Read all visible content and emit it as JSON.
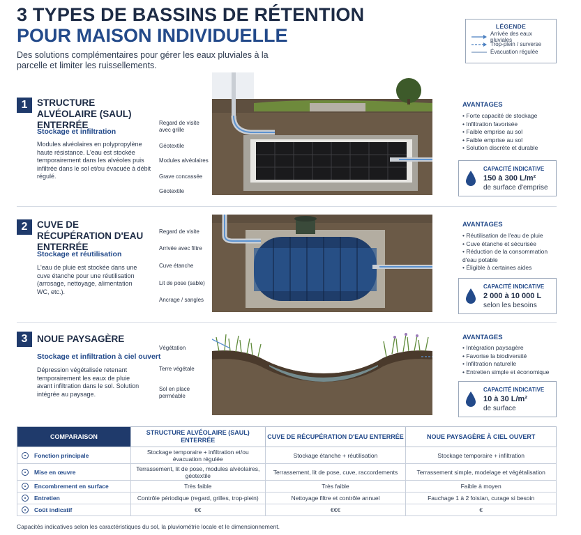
{
  "header": {
    "title_line1": "3 TYPES DE BASSINS DE RÉTENTION",
    "title_line2": "POUR MAISON INDIVIDUELLE",
    "intro": "Des solutions complémentaires pour gérer les eaux pluviales à la parcelle et limiter les ruissellements."
  },
  "legend": {
    "title": "LÉGENDE",
    "items": [
      "Arrivée des eaux pluviales",
      "Trop-plein / surverse",
      "Évacuation régulée"
    ],
    "colors": [
      "#4a7fc0",
      "#4a7fc0",
      "#8fa9c8"
    ]
  },
  "sections": [
    {
      "number": "1",
      "title": "STRUCTURE ALVÉOLAIRE (SAUL) ENTERRÉE",
      "subtitle": "Stockage et infiltration",
      "description": "Modules alvéolaires en polypropylène haute résistance. L'eau est stockée temporairement dans les alvéoles puis infiltrée dans le sol et/ou évacuée à débit régulé.",
      "labels": [
        "Regard de visite avec grille",
        "Géotextile",
        "Modules alvéolaires",
        "Grave concassée",
        "Géotextile"
      ],
      "advantages_title": "AVANTAGES",
      "advantages": [
        "Forte capacité de stockage",
        "Infiltration favorisée",
        "Faible emprise au sol",
        "Faible emprise au sol",
        "Solution discrète et durable"
      ],
      "capacity_title": "CAPACITÉ INDICATIVE",
      "capacity_value": "150 à 300 L/m²",
      "capacity_unit": "de surface d'emprise"
    },
    {
      "number": "2",
      "title": "CUVE DE RÉCUPÉRATION D'EAU ENTERRÉE",
      "subtitle": "Stockage et réutilisation",
      "description": "L'eau de pluie est stockée dans une cuve étanche pour une réutilisation (arrosage, nettoyage, alimentation WC, etc.).",
      "labels": [
        "Regard de visite",
        "Arrivée avec filtre",
        "Cuve étanche",
        "Lit de pose (sable)",
        "Ancrage / sangles"
      ],
      "advantages_title": "AVANTAGES",
      "advantages": [
        "Réutilisation de l'eau de pluie",
        "Cuve étanche et sécurisée",
        "Réduction de la consommation d'eau potable",
        "Éligible à certaines aides"
      ],
      "capacity_title": "CAPACITÉ INDICATIVE",
      "capacity_value": "2 000 à 10 000 L",
      "capacity_unit": "selon les besoins"
    },
    {
      "number": "3",
      "title": "NOUE PAYSAGÈRE",
      "subtitle": "Stockage et infiltration à ciel ouvert",
      "description": "Dépression végétalisée retenant temporairement les eaux de pluie avant infiltration dans le sol. Solution intégrée au paysage.",
      "labels": [
        "Végétation",
        "Terre végétale",
        "Sol en place perméable"
      ],
      "advantages_title": "AVANTAGES",
      "advantages": [
        "Intégration paysagère",
        "Favorise la biodiversité",
        "Infiltration naturelle",
        "Entretien simple et économique"
      ],
      "capacity_title": "CAPACITÉ INDICATIVE",
      "capacity_value": "10 à 30 L/m²",
      "capacity_unit": "de surface"
    }
  ],
  "comparison": {
    "header": [
      "COMPARAISON",
      "STRUCTURE ALVÉOLAIRE (SAUL) ENTERRÉE",
      "CUVE DE RÉCUPÉRATION D'EAU ENTERRÉE",
      "NOUE PAYSAGÈRE À CIEL OUVERT"
    ],
    "rows": [
      {
        "label": "Fonction principale",
        "icon": "target-icon",
        "cells": [
          "Stockage temporaire + infiltration et/ou évacuation régulée",
          "Stockage étanche + réutilisation",
          "Stockage temporaire + infiltration"
        ]
      },
      {
        "label": "Mise en œuvre",
        "icon": "wrench-icon",
        "cells": [
          "Terrassement, lit de pose, modules alvéolaires, géotextile",
          "Terrassement, lit de pose, cuve, raccordements",
          "Terrassement simple, modelage et végétalisation"
        ]
      },
      {
        "label": "Encombrement en surface",
        "icon": "area-icon",
        "cells": [
          "Très faible",
          "Très faible",
          "Faible à moyen"
        ]
      },
      {
        "label": "Entretien",
        "icon": "gear-icon",
        "cells": [
          "Contrôle périodique (regard, grilles, trop-plein)",
          "Nettoyage filtre et contrôle annuel",
          "Fauchage 1 à 2 fois/an, curage si besoin"
        ]
      },
      {
        "label": "Coût indicatif",
        "icon": "euro-icon",
        "cells": [
          "€€",
          "€€€",
          "€"
        ]
      }
    ]
  },
  "footnote": "Capacités indicatives selon les caractéristiques du sol, la pluviométrie locale et le dimensionnement."
}
